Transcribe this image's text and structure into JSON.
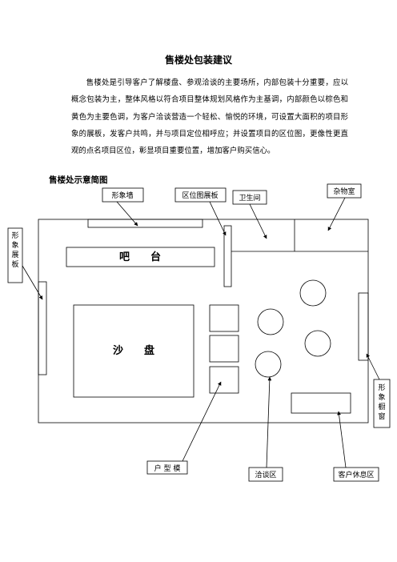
{
  "document": {
    "title": "售楼处包装建议",
    "paragraph": "售楼处是引导客户了解楼盘、参观洽谈的主要场所，内部包装十分重要，应以概念包装为主，整体风格以符合项目整体规划风格作为主基调，内部颜色以棕色和黄色为主要色调，为客户洽谈营造一个轻松、愉悦的环境，可设置大面积的项目形象的展板，发客户共鸣，并与项目定位相呼应；并设置项目的区位图，更像性更直观的点名项目区位，彰显项目重要位置，增加客户购买信心。",
    "diagram_heading": "售楼处示意简图"
  },
  "diagram": {
    "labels": {
      "image_wall": "形象墙",
      "location_board": "区位图展板",
      "restroom": "卫生间",
      "storage": "杂物室",
      "image_board_left": "形象展板",
      "image_window_right": "形象橱窗",
      "bar": "吧　　台",
      "sand_table": "沙　　盘",
      "unit_models": "户 型 模",
      "negotiation_area": "洽谈区",
      "customer_rest_area": "客户休息区"
    }
  }
}
